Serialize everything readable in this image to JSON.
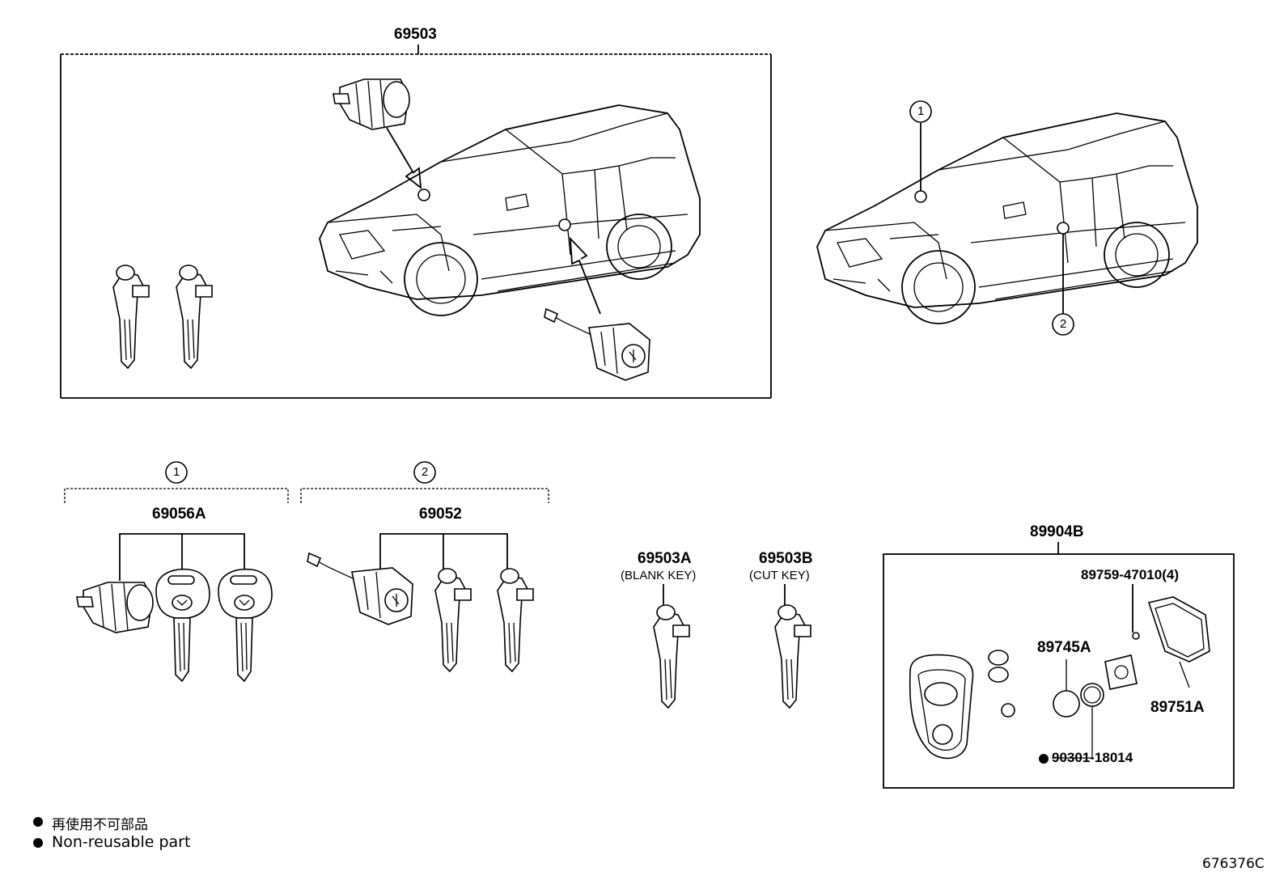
{
  "labels": {
    "assy_main": "69503",
    "ref_1": "1",
    "ref_2": "2",
    "kit_69056a": "69056A",
    "kit_69052": "69052",
    "key_blank": "69503A",
    "key_blank_note": "(BLANK KEY)",
    "key_cut": "69503B",
    "key_cut_note": "(CUT KEY)",
    "transmitter": "89904B",
    "screw": "89759-47010(4)",
    "battery": "89745A",
    "oring": "90301-18014",
    "case": "89751A"
  },
  "legend": {
    "jp": "再使用不可部品",
    "en": "Non-reusable part"
  },
  "figure_id": "676376C",
  "icons": {
    "bullet": "filled-circle",
    "callout": "circled-number"
  }
}
